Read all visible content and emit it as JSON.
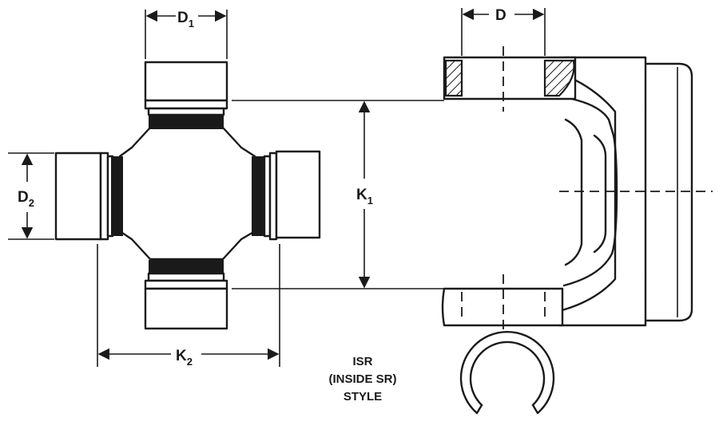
{
  "labels": {
    "d1": {
      "main": "D",
      "sub": "1"
    },
    "d": {
      "main": "D"
    },
    "d2": {
      "main": "D",
      "sub": "2"
    },
    "k1": {
      "main": "K",
      "sub": "1"
    },
    "k2": {
      "main": "K",
      "sub": "2"
    }
  },
  "style_note": {
    "line1": "ISR",
    "line2": "(INSIDE SR)",
    "line3": "STYLE"
  },
  "colors": {
    "ink": "#1a1a1a",
    "paper": "#ffffff"
  }
}
